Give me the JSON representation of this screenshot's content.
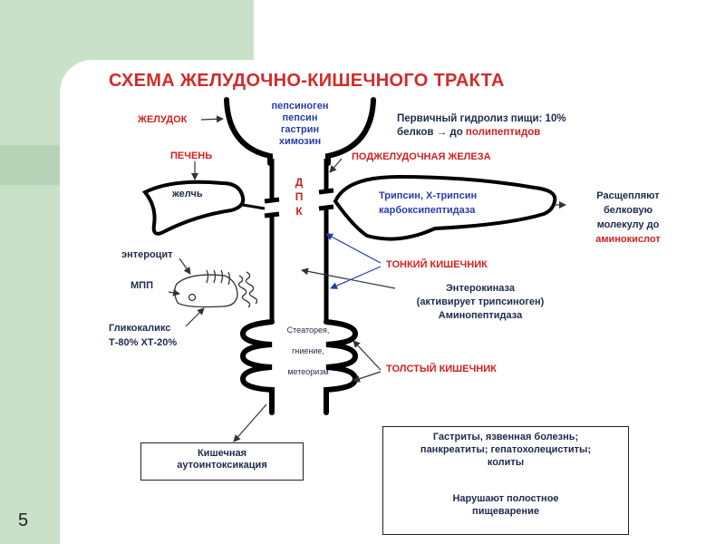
{
  "slide": {
    "number": "5",
    "title": "СХЕМА ЖЕЛУДОЧНО-КИШЕЧНОГО ТРАКТА"
  },
  "stomach": {
    "label": "ЖЕЛУДОК",
    "enzymes": [
      "пепсиноген",
      "пепсин",
      "гастрин",
      "химозин"
    ],
    "note_line1": "Первичный гидролиз пищи: 10%",
    "note_line2_prefix": "белков → до ",
    "note_line2_highlight": "полипептидов"
  },
  "liver": {
    "label": "ПЕЧЕНЬ",
    "inner": "желчь"
  },
  "duodenum": {
    "letters": [
      "Д",
      "П",
      "К"
    ]
  },
  "pancreas": {
    "label": "ПОДЖЕЛУДОЧНАЯ ЖЕЛЕЗА",
    "enzyme_line1": "Трипсин, Х-трипсин",
    "enzyme_line2": "карбоксипептидаза",
    "result_lines": [
      "Расщепляют",
      "белковую",
      "молекулу до"
    ],
    "result_highlight": "аминокислот"
  },
  "enterocyte": {
    "label": "энтероцит",
    "mpp": "МПП",
    "glycocalyx_line1": "Гликокаликс",
    "glycocalyx_line2": "Т-80% ХТ-20%"
  },
  "small_intestine": {
    "label": "ТОНКИЙ КИШЕЧНИК",
    "enzyme_line1": "Энтерокиназа",
    "enzyme_line2": "(активирует трипсиноген)",
    "enzyme_line3": "Аминопептидаза"
  },
  "large_intestine": {
    "label": "ТОЛСТЫЙ КИШЕЧНИК",
    "symptoms": [
      "Стеаторея,",
      "гниение,",
      "метеоризм"
    ]
  },
  "intoxication_box": {
    "line1": "Кишечная",
    "line2": "аутоинтоксикация"
  },
  "diseases_box": {
    "line1": "Гастриты, язвенная болезнь;",
    "line2": "панкреатиты; гепатохолециститы;",
    "line3": "колиты",
    "line4": "Нарушают полостное",
    "line5": "пищеварение"
  }
}
